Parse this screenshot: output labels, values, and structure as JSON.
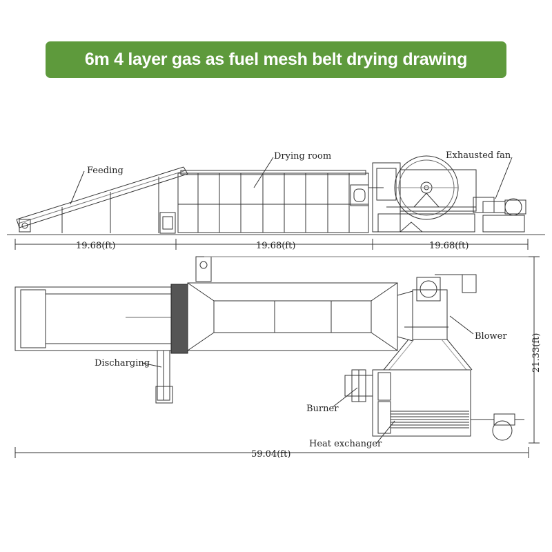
{
  "title": "6m 4 layer gas as fuel mesh belt drying drawing",
  "labels": {
    "feeding": "Feeding",
    "drying_room": "Drying room",
    "exhausted_fan": "Exhausted fan",
    "blower": "Blower",
    "discharging": "Discharging",
    "burner": "Burner",
    "heat_exchanger": "Heat exchanger"
  },
  "dimensions": {
    "side_feeding": "19.68(ft)",
    "side_drying": "19.68(ft)",
    "side_fan": "19.68(ft)",
    "total_length": "59.04(ft)",
    "total_width": "21.33(ft)"
  }
}
